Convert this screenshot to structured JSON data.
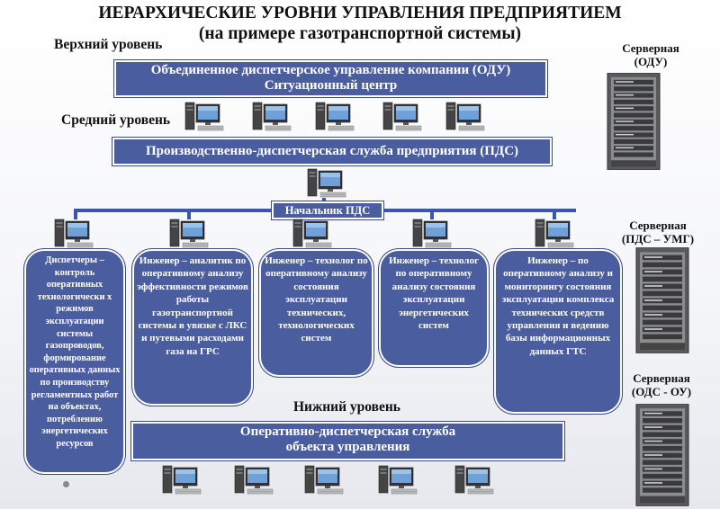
{
  "title": {
    "line1": "ИЕРАРХИЧЕСКИЕ УРОВНИ УПРАВЛЕНИЯ ПРЕДПРИЯТИЕМ",
    "line2": "(на примере газотранспортной  системы)"
  },
  "levels": {
    "top": "Верхний уровень",
    "middle": "Средний уровень",
    "bottom": "Нижний уровень"
  },
  "odu": {
    "line1": "Объединенное диспетчерское управление компании (ОДУ)",
    "line2": "Ситуационный центр"
  },
  "pds": {
    "label": "Производственно-диспетчерская служба предприятия (ПДС)"
  },
  "pds_head": {
    "label": "Начальник ПДС"
  },
  "roles": [
    {
      "text": "Диспетчеры – контроль оперативных технологически х режимов эксплуатации системы газопроводов, формирование оперативных данных по производству регламентных работ на объектах, потреблению энергетических ресурсов"
    },
    {
      "text": "Инженер – аналитик по оперативному анализу эффективности режимов работы газотранспортной системы в увязке с ЛКС и путевыми расходами газа на ГРС"
    },
    {
      "text": "Инженер – технолог по оперативному анализу состояния эксплуатации технических, технологических систем"
    },
    {
      "text": "Инженер – технолог по оперативному анализу состояния эксплуатации энергетических систем"
    },
    {
      "text": "Инженер – по оперативному анализу и мониторингу состояния эксплуатации комплекса технических средств управления и ведению базы информационных данных ГТС"
    }
  ],
  "ods": {
    "line1": "Оперативно-диспетчерская служба",
    "line2": "объекта управления"
  },
  "servers": [
    {
      "line1": "Серверная",
      "line2": "(ОДУ)"
    },
    {
      "line1": "Серверная",
      "line2": "(ПДС – УМГ)"
    },
    {
      "line1": "Серверная",
      "line2": "(ОДС - ОУ)"
    }
  ]
}
